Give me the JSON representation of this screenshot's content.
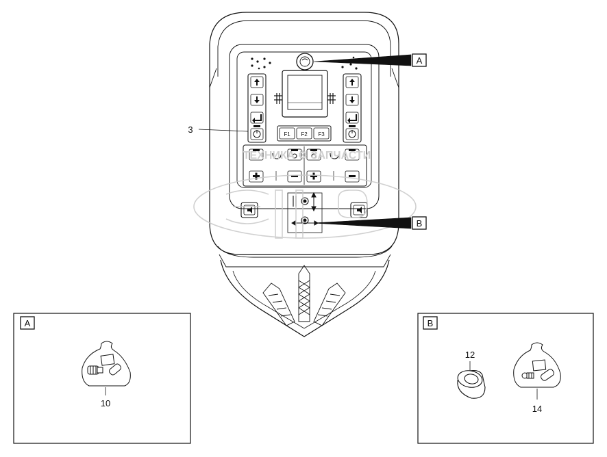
{
  "callouts": {
    "detail_a_letter": "A",
    "detail_b_letter": "B",
    "part_3": "3",
    "part_10": "10",
    "part_12": "12",
    "part_14": "14"
  },
  "function_keys": [
    "F1",
    "F2",
    "F3"
  ],
  "watermark": {
    "brand_text": "ТЕХНИКА ⚙ ЗАПЧАСТИ"
  }
}
